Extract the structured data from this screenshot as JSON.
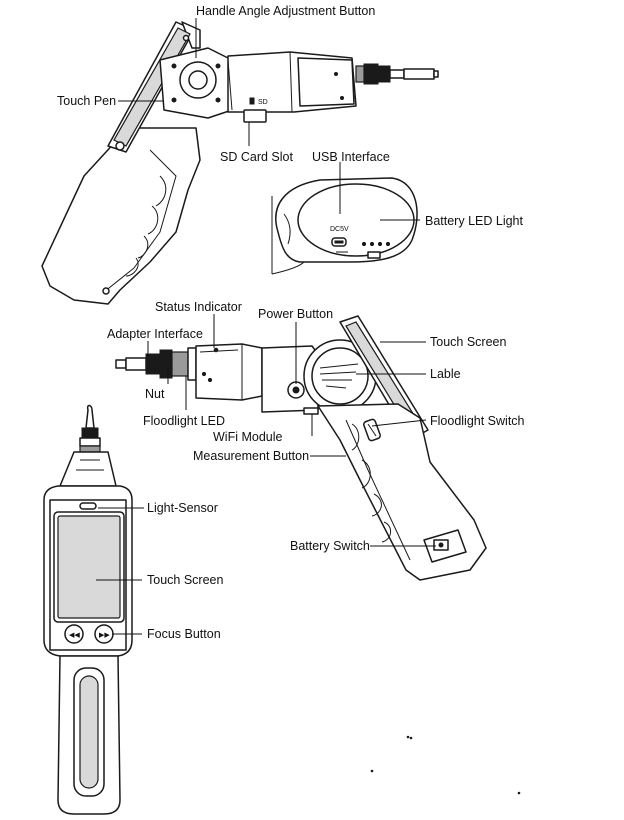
{
  "labels": {
    "handle_angle_adjustment_button": "Handle Angle Adjustment Button",
    "touch_pen": "Touch Pen",
    "sd_card_slot": "SD Card Slot",
    "usb_interface": "USB Interface",
    "battery_led_light": "Battery LED Light",
    "status_indicator": "Status Indicator",
    "power_button": "Power Button",
    "adapter_interface": "Adapter Interface",
    "touch_screen_side": "Touch Screen",
    "lable": "Lable",
    "nut": "Nut",
    "floodlight_led": "Floodlight LED",
    "floodlight_switch": "Floodlight Switch",
    "wifi_module": "WiFi Module",
    "measurement_button": "Measurement Button",
    "light_sensor": "Light-Sensor",
    "battery_switch": "Battery Switch",
    "touch_screen_front": "Touch Screen",
    "focus_button": "Focus Button"
  },
  "device_markings": {
    "sd": "SD",
    "dc5v": "DC5V"
  }
}
